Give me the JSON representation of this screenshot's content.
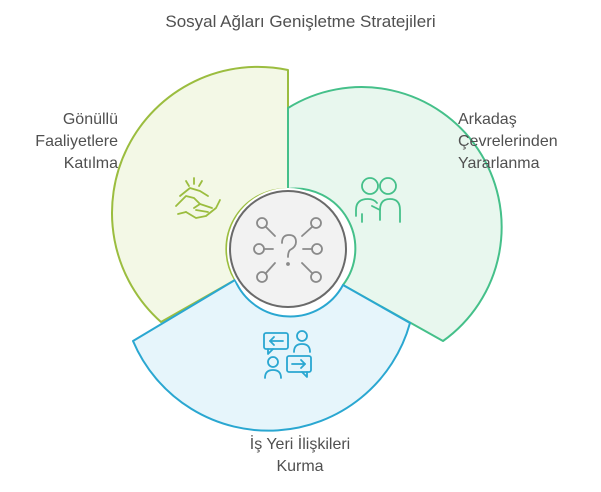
{
  "title": "Sosyal Ağları Genişletme Stratejileri",
  "segments": {
    "left": {
      "label": "Gönüllü\nFaaliyetlere\nKatılma",
      "icon": "helping-hands-icon",
      "fill": "#f3f8e6",
      "stroke": "#9bbd3f"
    },
    "right": {
      "label": "Arkadaş\nÇevrelerinden\nYararlanma",
      "icon": "friends-icon",
      "fill": "#e8f7ee",
      "stroke": "#45c08a"
    },
    "bottom": {
      "label": "İş Yeri İlişkileri\nKurma",
      "icon": "conversation-icon",
      "fill": "#e6f5fb",
      "stroke": "#2aa7d1"
    }
  },
  "center": {
    "icon": "network-question-icon",
    "fill": "#f2f2f2",
    "stroke": "#6a6a6a"
  }
}
